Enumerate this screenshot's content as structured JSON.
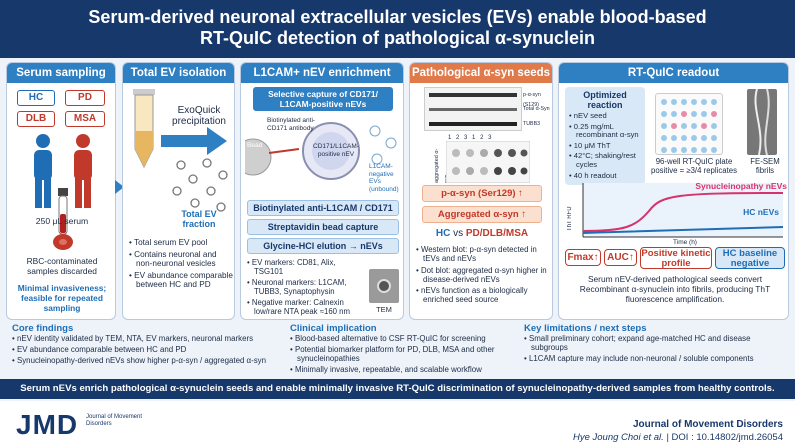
{
  "title_line1": "Serum-derived neuronal extracellular vesicles (EVs) enable blood-based",
  "title_line2": "RT-QuIC detection of pathological α-synuclein",
  "panel1": {
    "title": "Serum sampling",
    "groups": [
      "HC",
      "PD",
      "DLB",
      "MSA"
    ],
    "volume": "250 μL serum",
    "discard_note": "RBC-contaminated samples discarded",
    "benefit": "Minimal invasiveness; feasible for repeated sampling",
    "colors": {
      "hc": "#1f6eb5",
      "disease": "#c0392b"
    }
  },
  "panel2": {
    "title": "Total EV isolation",
    "reagent": "ExoQuick precipitation",
    "fraction_label": "Total EV fraction",
    "bullets": [
      "Total serum EV pool",
      "Contains neuronal and non-neuronal vesicles",
      "EV abundance comparable between HC and PD"
    ]
  },
  "panel3": {
    "title": "L1CAM+ nEV enrichment",
    "capture_label": "Selective capture of CD171/ L1CAM-positive nEVs",
    "antibody_label": "Biotinylated anti-CD171 antibody",
    "bead_label": "Bead",
    "positive_label": "CD171/L1CAM-positive nEV",
    "negative_label": "L1CAM-negative EVs (unbound)",
    "steps": [
      "Biotinylated anti-L1CAM / CD171",
      "Streptavidin bead capture",
      "Glycine-HCl elution → nEVs"
    ],
    "bullets": [
      "EV markers: CD81, Alix, TSG101",
      "Neuronal markers: L1CAM, TUBB3, Synaptophysin",
      "Negative marker: Calnexin low/rare NTA peak ≈160 nm"
    ],
    "tem_label": "TEM"
  },
  "panel4": {
    "title": "Pathological α-syn seeds",
    "blot_labels": [
      "p-α-syn (S129)",
      "Total α-Syn",
      "TUBB3"
    ],
    "lane_numbers": [
      "1",
      "2",
      "3",
      "1",
      "2",
      "3"
    ],
    "dot_label": "aggregated α-syn",
    "pill1": "p-α-syn (Ser129) ↑",
    "pill2": "Aggregated α-syn ↑",
    "comparison_hc": "HC",
    "comparison_vs": "vs",
    "comparison_disease": "PD/DLB/MSA",
    "bullets": [
      "Western blot: p-α-syn detected in tEVs and nEVs",
      "Dot blot: aggregated α-syn higher in disease-derived nEVs",
      "nEVs function as a biologically enriched seed source"
    ]
  },
  "panel5": {
    "title": "RT-QuIC readout",
    "conditions_title": "Optimized reaction",
    "conditions": [
      "nEV seed",
      "0.25 mg/mL recombinant α-syn",
      "10 μM ThT",
      "42°C; shaking/rest cycles",
      "40 h readout"
    ],
    "plate_caption": "96-well RT-QuIC plate positive = ≥3/4 replicates",
    "sem_caption": "FE-SEM fibrils",
    "y_label": "ThT RFU",
    "x_label": "Time (h)",
    "series_disease": "Synucleinopathy nEVs",
    "series_hc": "HC nEVs",
    "chips": [
      "Fmax↑",
      "AUC↑",
      "Positive kinetic profile",
      "HC baseline negative"
    ],
    "conclusion": "Serum nEV-derived pathological seeds convert Recombinant α-synuclein into fibrils, producing ThT fluorescence amplification."
  },
  "core": {
    "title": "Core findings",
    "bullets": [
      "nEV identity validated by TEM, NTA, EV markers, neuronal markers",
      "EV abundance comparable between HC and PD",
      "Synucleinopathy-derived nEVs show higher p-α-syn / aggregated α-syn"
    ]
  },
  "clinical": {
    "title": "Clinical implication",
    "bullets": [
      "Blood-based alternative to CSF RT-QuIC for screening",
      "Potential biomarker platform for PD, DLB, MSA and other synucleinopathies",
      "Minimally invasive, repeatable, and scalable workflow"
    ]
  },
  "limits": {
    "title": "Key limitations / next steps",
    "bullets": [
      "Small preliminary cohort; expand age-matched HC and disease subgroups",
      "L1CAM capture may include non-neuronal / soluble components"
    ]
  },
  "summary": "Serum nEVs enrich pathological α-synuclein seeds and enable minimally invasive RT-QuIC discrimination of synucleinopathy-derived samples from healthy controls.",
  "footer": {
    "logo": "JMD",
    "logo_sub": "Journal of Movement Disorders",
    "journal": "Journal of Movement Disorders",
    "authors": "Hye Joung Choi et al.",
    "doi": "| DOI : 10.14802/jmd.26054"
  }
}
